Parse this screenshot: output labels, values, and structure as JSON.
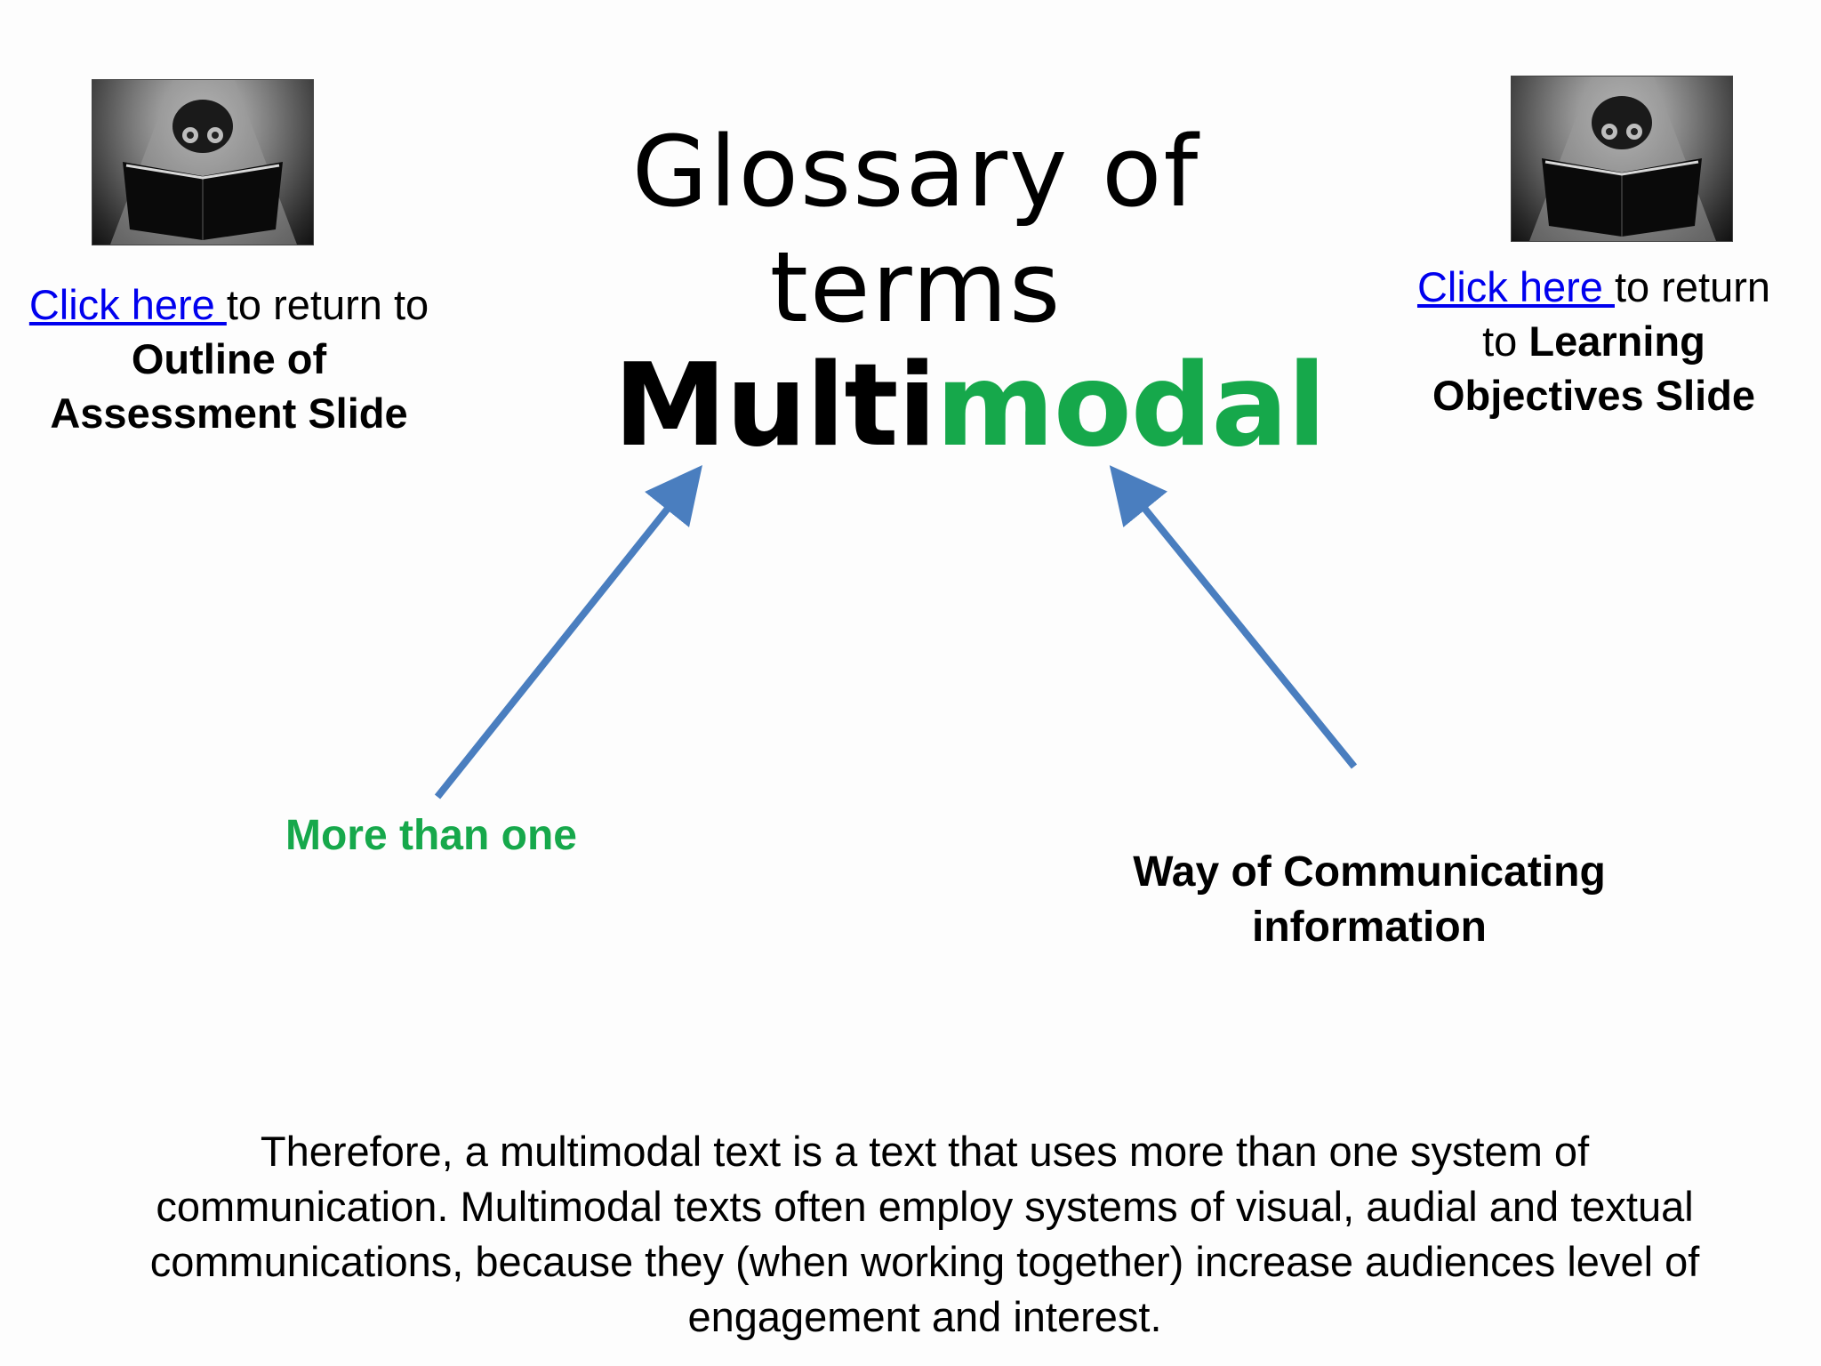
{
  "slide": {
    "title": "Glossary of terms",
    "left_link": {
      "link_text": "Click here ",
      "text_before_bold": "to return to ",
      "bold_text": "Outline of Assessment Slide"
    },
    "right_link": {
      "link_text": "Click here ",
      "text_before_bold": "to return to ",
      "bold_text": "Learning Objectives Slide"
    },
    "word": {
      "prefix": "Multi",
      "suffix": "modal"
    },
    "label_left": "More than one",
    "label_right": "Way of Communicating information",
    "bottom_text": "Therefore, a  multimodal text is a text that uses  more than one system of communication.  Multimodal texts often employ systems of visual, audial and textual communications, because they (when working together) increase audiences level of engagement and interest.",
    "thumbnail_icon": "reading-figure-icon"
  },
  "colors": {
    "link": "#0000ee",
    "green": "#16a84b",
    "arrow": "#4a7ebf"
  }
}
